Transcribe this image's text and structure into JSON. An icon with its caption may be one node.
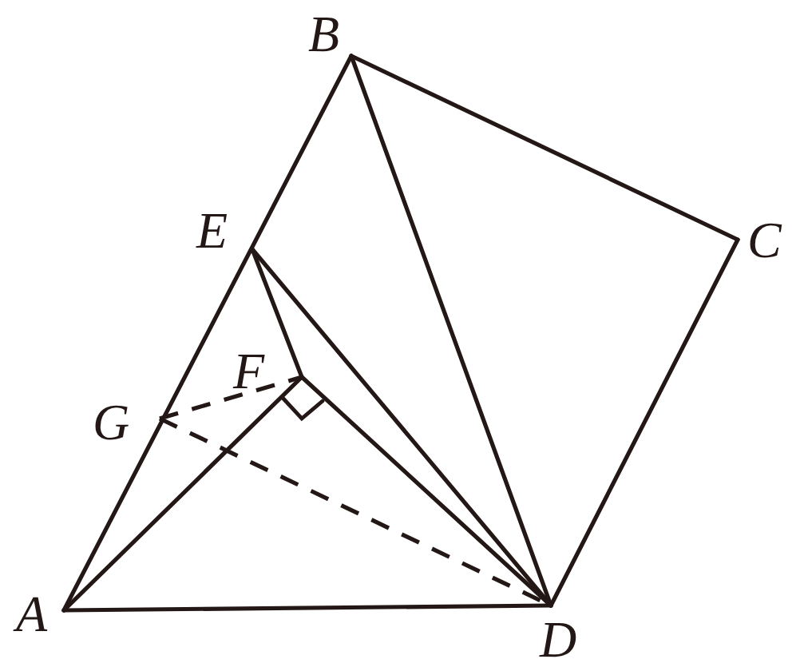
{
  "diagram": {
    "labels": [
      "B",
      "E",
      "C",
      "F",
      "G",
      "A",
      "D"
    ]
  }
}
